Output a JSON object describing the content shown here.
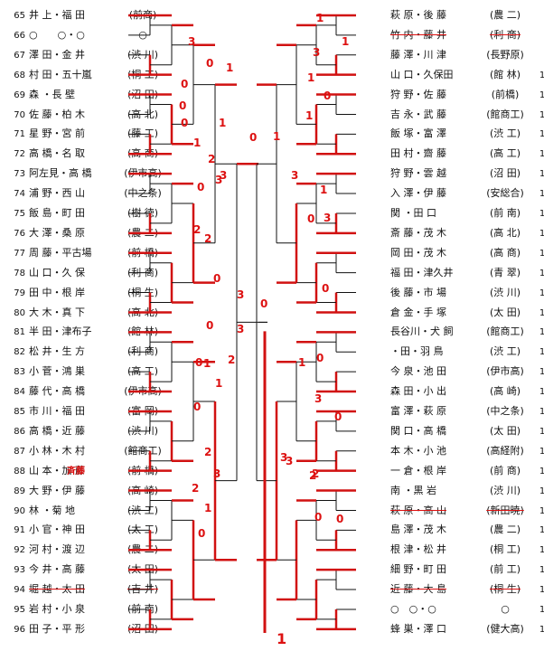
{
  "left_entries": [
    {
      "num": "65",
      "names": "井 上・福 田",
      "team": "(前商)"
    },
    {
      "num": "66",
      "names": "○　　○・○",
      "team": "○"
    },
    {
      "num": "67",
      "names": "澤 田・金 井",
      "team": "(渋 川)"
    },
    {
      "num": "68",
      "names": "村 田・五十嵐",
      "team": "(桐 工)"
    },
    {
      "num": "69",
      "names": "森 ・長 壁",
      "team": "(沼 田)"
    },
    {
      "num": "70",
      "names": "佐 藤・柏 木",
      "team": "(高 北)"
    },
    {
      "num": "71",
      "names": "星 野・宮 前",
      "team": "(藤 工)"
    },
    {
      "num": "72",
      "names": "高 橋・名 取",
      "team": "(高 商)"
    },
    {
      "num": "73",
      "names": "阿左見・高 橋",
      "team": "(伊市高)"
    },
    {
      "num": "74",
      "names": "浦 野・西 山",
      "team": "(中之条)"
    },
    {
      "num": "75",
      "names": "飯 島・町 田",
      "team": "(樹 徳)"
    },
    {
      "num": "76",
      "names": "大 澤・桑 原",
      "team": "(農 二)"
    },
    {
      "num": "77",
      "names": "周 藤・平古場",
      "team": "(前 橋)"
    },
    {
      "num": "78",
      "names": "山 口・久 保",
      "team": "(利 商)"
    },
    {
      "num": "79",
      "names": "田 中・根 岸",
      "team": "(桐 生)"
    },
    {
      "num": "80",
      "names": "大 木・真 下",
      "team": "(高 北)"
    },
    {
      "num": "81",
      "names": "半 田・津布子",
      "team": "(館 林)"
    },
    {
      "num": "82",
      "names": "松 井・生 方",
      "team": "(利 商)"
    },
    {
      "num": "83",
      "names": "小 菅・鴻 巣",
      "team": "(高 工)"
    },
    {
      "num": "84",
      "names": "藤 代・高 橋",
      "team": "(伊市高)"
    },
    {
      "num": "85",
      "names": "市 川・福 田",
      "team": "(富 岡)"
    },
    {
      "num": "86",
      "names": "高 橋・近 藤",
      "team": "(渋 川)"
    },
    {
      "num": "87",
      "names": "小 林・木 村",
      "team": "(館商工)"
    },
    {
      "num": "88",
      "names": "山 本・加 藤",
      "team": "(前 橋)"
    },
    {
      "num": "89",
      "names": "大 野・伊 藤",
      "team": "(高 崎)"
    },
    {
      "num": "90",
      "names": "林 ・菊 地",
      "team": "(渋 工)"
    },
    {
      "num": "91",
      "names": "小 官・神 田",
      "team": "(太 工)"
    },
    {
      "num": "92",
      "names": "河 村・渡 辺",
      "team": "(農 二)"
    },
    {
      "num": "93",
      "names": "今 井・高 藤",
      "team": "(太 田)"
    },
    {
      "num": "94",
      "names": "堀 越・太 田",
      "team": "(吉 井)"
    },
    {
      "num": "95",
      "names": "岩 村・小 泉",
      "team": "(前 南)"
    },
    {
      "num": "96",
      "names": "田 子・平 形",
      "team": "(沼 田)"
    }
  ],
  "right_entries": [
    {
      "num": "97",
      "names": "萩 原・後 藤",
      "team": "(農 二)"
    },
    {
      "num": "98",
      "names": "竹 内・藤 井",
      "team": "(利 商)"
    },
    {
      "num": "99",
      "names": "藤 澤・川 津",
      "team": "(長野原)"
    },
    {
      "num": "100",
      "names": "山 口・久保田",
      "team": "(館 林)"
    },
    {
      "num": "101",
      "names": "狩 野・佐 藤",
      "team": "(前橋)"
    },
    {
      "num": "102",
      "names": "吉 永・武 藤",
      "team": "(館商工)"
    },
    {
      "num": "103",
      "names": "飯 塚・富 澤",
      "team": "(渋 工)"
    },
    {
      "num": "104",
      "names": "田 村・齋 藤",
      "team": "(高 工)"
    },
    {
      "num": "105",
      "names": "狩 野・雲 越",
      "team": "(沼 田)"
    },
    {
      "num": "106",
      "names": "入 澤・伊 藤",
      "team": "(安総合)"
    },
    {
      "num": "107",
      "names": "関 ・田 口",
      "team": "(前 南)"
    },
    {
      "num": "108",
      "names": "斎 藤・茂 木",
      "team": "(高 北)"
    },
    {
      "num": "109",
      "names": "岡 田・茂 木",
      "team": "(高 商)"
    },
    {
      "num": "110",
      "names": "福 田・津久井",
      "team": "(青 翠)"
    },
    {
      "num": "111",
      "names": "後 藤・市 場",
      "team": "(渋 川)"
    },
    {
      "num": "112",
      "names": "倉 金・手 塚",
      "team": "(太 田)"
    },
    {
      "num": "113",
      "names": "長谷川・犬 飼",
      "team": "(館商工)"
    },
    {
      "num": "114",
      "names": "・田・羽 鳥",
      "team": "(渋 工)"
    },
    {
      "num": "115",
      "names": "今 泉・池 田",
      "team": "(伊市高)"
    },
    {
      "num": "116",
      "names": "森 田・小 出",
      "team": "(高 崎)"
    },
    {
      "num": "117",
      "names": "富 澤・萩 原",
      "team": "(中之条)"
    },
    {
      "num": "118",
      "names": "関 口・高 橋",
      "team": "(太 田)"
    },
    {
      "num": "119",
      "names": "本 木・小 池",
      "team": "(高経附)"
    },
    {
      "num": "120",
      "names": "一 倉・根 岸",
      "team": "(前 商)"
    },
    {
      "num": "121",
      "names": "南 ・黒 岩",
      "team": "(渋 川)"
    },
    {
      "num": "122",
      "names": "萩 原・高 山",
      "team": "(新田暁)"
    },
    {
      "num": "123",
      "names": "島 澤・茂 木",
      "team": "(農 二)"
    },
    {
      "num": "124",
      "names": "根 津・松 井",
      "team": "(桐 工)"
    },
    {
      "num": "125",
      "names": "細 野・町 田",
      "team": "(前 工)"
    },
    {
      "num": "126",
      "names": "近 藤・大 島",
      "team": "(桐 生)"
    },
    {
      "num": "127",
      "names": "○　○・○",
      "team": "○"
    },
    {
      "num": "128",
      "names": "蜂 巣・澤 口",
      "team": "(健大高)"
    }
  ],
  "handwritten": {
    "correction_90": "斉藤",
    "scores": [
      "3",
      "0",
      "1",
      "0",
      "0",
      "1",
      "0",
      "1",
      "0",
      "2",
      "3",
      "0",
      "3",
      "2",
      "2",
      "0",
      "3",
      "3",
      "0",
      "1",
      "0",
      "2",
      "1",
      "0",
      "2",
      "3",
      "2",
      "1",
      "0",
      "3",
      "0",
      "1",
      "1",
      "1",
      "3",
      "1",
      "0",
      "1",
      "3",
      "1",
      "0",
      "3",
      "0",
      "1",
      "0",
      "3",
      "0",
      "2",
      "0",
      "0",
      "2",
      "3",
      "1"
    ]
  },
  "colors": {
    "ink": "#111111",
    "pen": "#d11111"
  }
}
